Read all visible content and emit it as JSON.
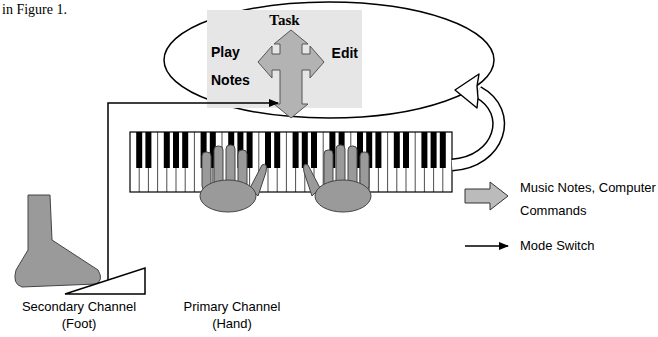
{
  "diagram": {
    "nodes": [
      {
        "text": [
          "Task",
          "Play Notes",
          "Edit"
        ]
      }
    ],
    "labels": [
      "in Figure 1.",
      "Secondary Channel (Foot)",
      "Primary Channel (Hand)"
    ],
    "legend": [
      {
        "text": "Music Notes, Computer Commands"
      },
      {
        "text": "Mode Switch"
      }
    ]
  }
}
